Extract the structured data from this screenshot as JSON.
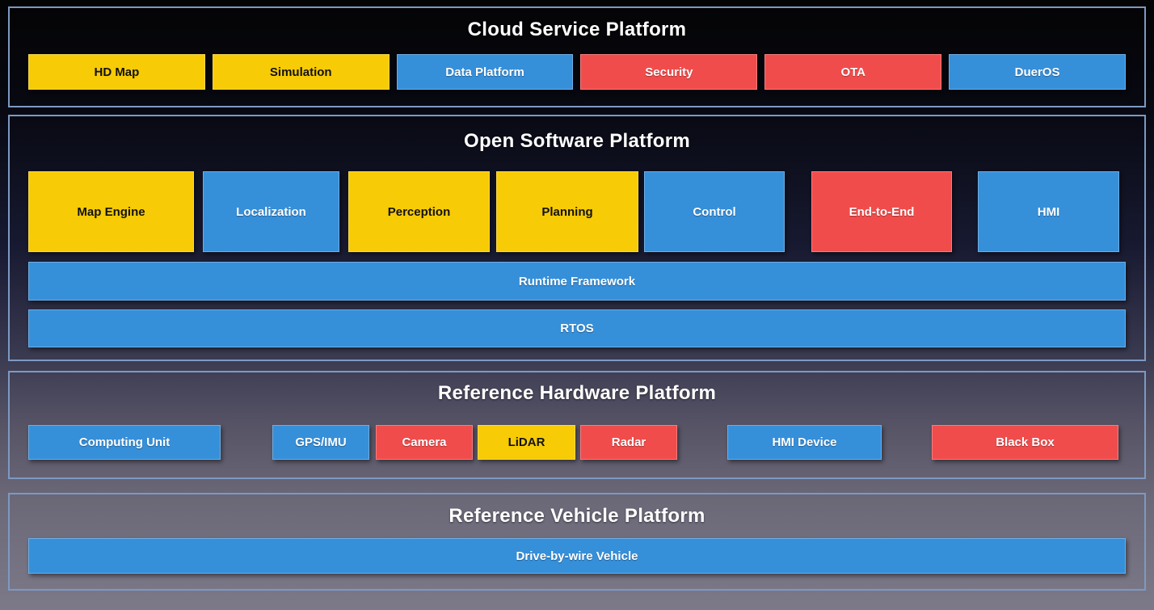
{
  "palette": {
    "yellow": "#F7CB05",
    "blue": "#368FD9",
    "red": "#F14C4C",
    "section_border": "#7D99C2",
    "title_text": "#FFFFFF",
    "background_top": "#040405",
    "background_bottom": "#7C7989"
  },
  "cloud": {
    "title": "Cloud Service Platform",
    "boxes": [
      {
        "label": "HD Map",
        "color": "#F7CB05"
      },
      {
        "label": "Simulation",
        "color": "#F7CB05"
      },
      {
        "label": "Data Platform",
        "color": "#368FD9"
      },
      {
        "label": "Security",
        "color": "#F14C4C"
      },
      {
        "label": "OTA",
        "color": "#F14C4C"
      },
      {
        "label": "DuerOS",
        "color": "#368FD9"
      }
    ]
  },
  "software": {
    "title": "Open Software Platform",
    "modules": [
      {
        "label": "Map Engine",
        "color": "#F7CB05"
      },
      {
        "label": "Localization",
        "color": "#368FD9"
      },
      {
        "label": "Perception",
        "color": "#F7CB05"
      },
      {
        "label": "Planning",
        "color": "#F7CB05"
      },
      {
        "label": "Control",
        "color": "#368FD9"
      },
      {
        "label": "End-to-End",
        "color": "#F14C4C"
      },
      {
        "label": "HMI",
        "color": "#368FD9"
      }
    ],
    "bars": [
      {
        "label": "Runtime Framework",
        "color": "#368FD9"
      },
      {
        "label": "RTOS",
        "color": "#368FD9"
      }
    ]
  },
  "hardware": {
    "title": "Reference Hardware Platform",
    "boxes": [
      {
        "label": "Computing Unit",
        "color": "#368FD9"
      },
      {
        "label": "GPS/IMU",
        "color": "#368FD9"
      },
      {
        "label": "Camera",
        "color": "#F14C4C"
      },
      {
        "label": "LiDAR",
        "color": "#F7CB05"
      },
      {
        "label": "Radar",
        "color": "#F14C4C"
      },
      {
        "label": "HMI Device",
        "color": "#368FD9"
      },
      {
        "label": "Black Box",
        "color": "#F14C4C"
      }
    ]
  },
  "vehicle": {
    "title": "Reference Vehicle Platform",
    "bars": [
      {
        "label": "Drive-by-wire Vehicle",
        "color": "#368FD9"
      }
    ]
  }
}
